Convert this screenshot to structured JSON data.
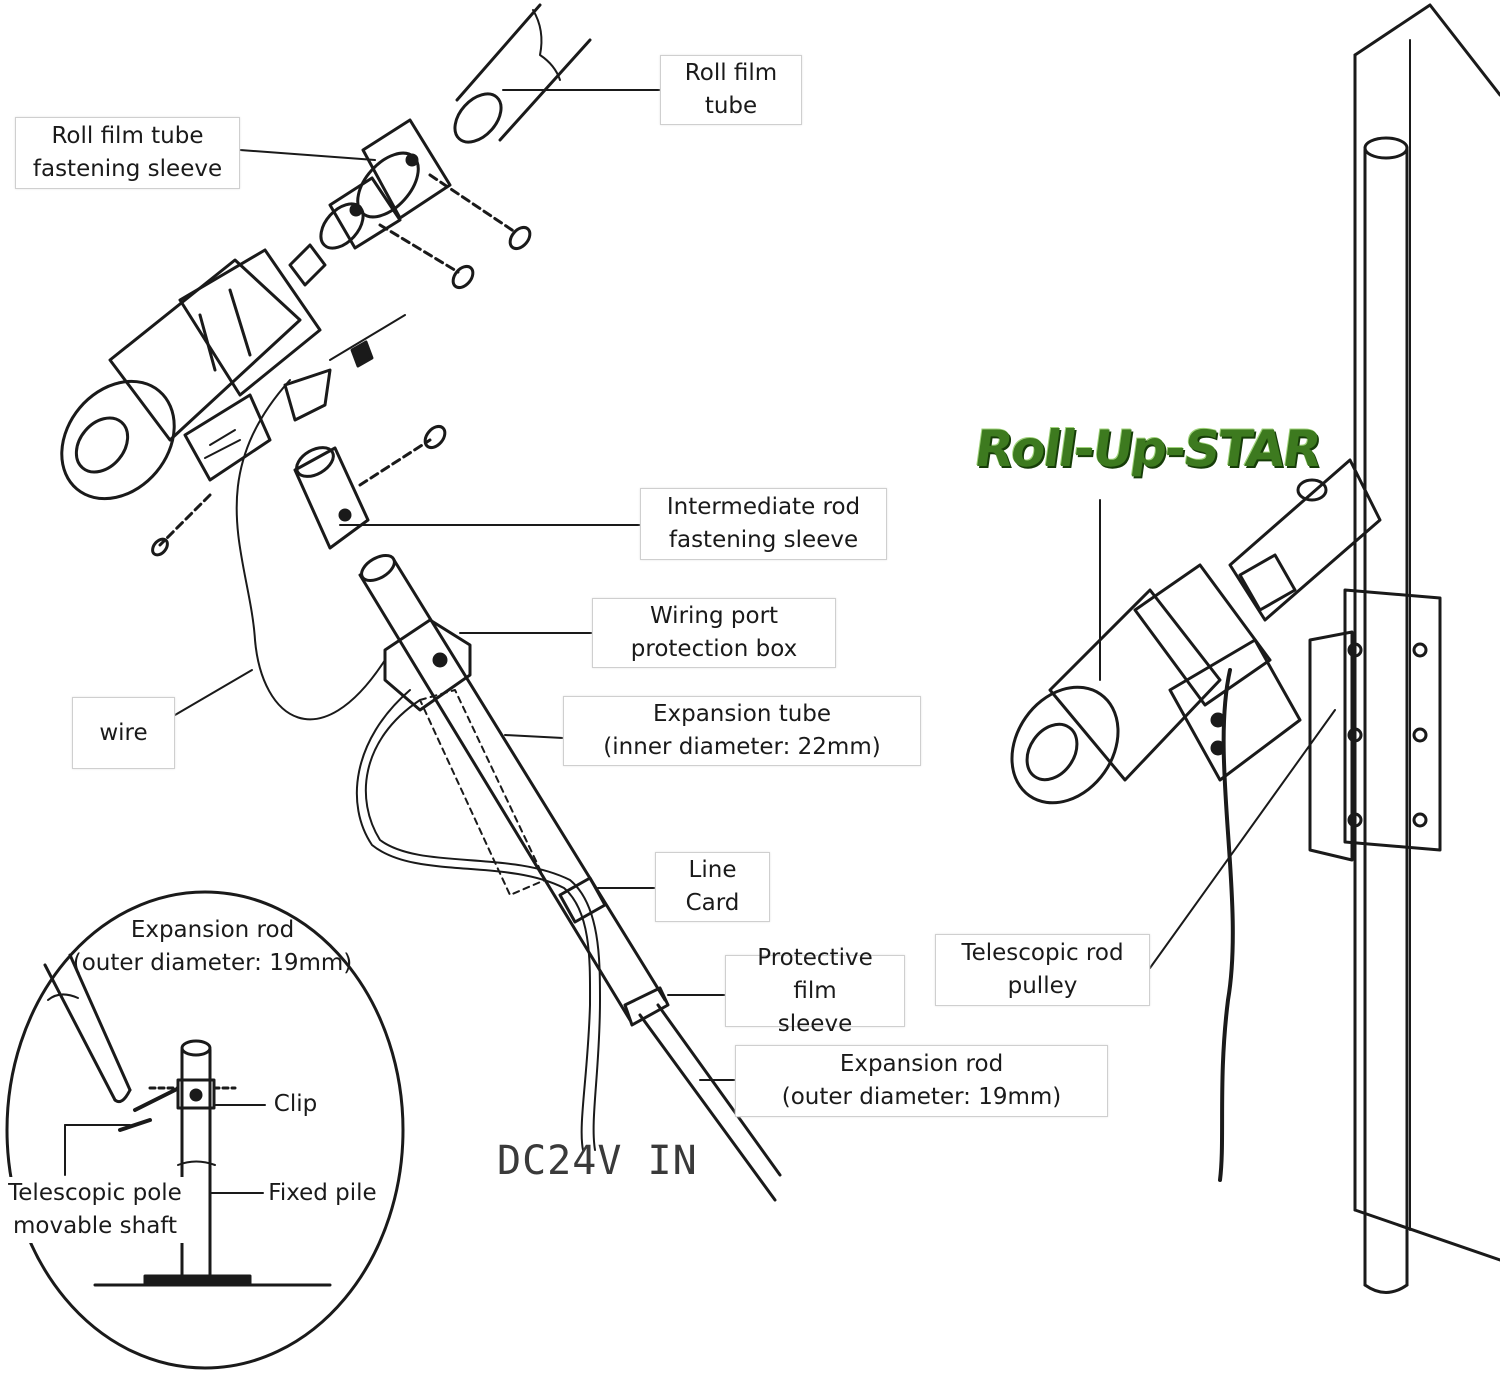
{
  "labels": {
    "roll_film_tube": "Roll film\ntube",
    "roll_film_tube_fastening_sleeve": "Roll film tube\nfastening sleeve",
    "intermediate_rod_fastening_sleeve": "Intermediate rod\nfastening sleeve",
    "wiring_port_protection_box": "Wiring port\nprotection box",
    "wire": "wire",
    "expansion_tube": "Expansion tube\n(inner diameter: 22mm)",
    "line_card": "Line Card",
    "protective_film_sleeve": "Protective film\nsleeve",
    "expansion_rod": "Expansion rod\n(outer diameter: 19mm)",
    "telescopic_rod_pulley": "Telescopic rod\npulley",
    "power_input": "DC24V  IN"
  },
  "brand": "Roll-Up-STAR",
  "inset": {
    "expansion_rod": "Expansion rod\n(outer diameter: 19mm)",
    "clip": "Clip",
    "telescopic_pole_movable_shaft": "Telescopic pole\nmovable shaft",
    "fixed_pile": "Fixed pile"
  },
  "colors": {
    "line": "#1a1a1a",
    "brand_green": "#3d7a1f"
  }
}
